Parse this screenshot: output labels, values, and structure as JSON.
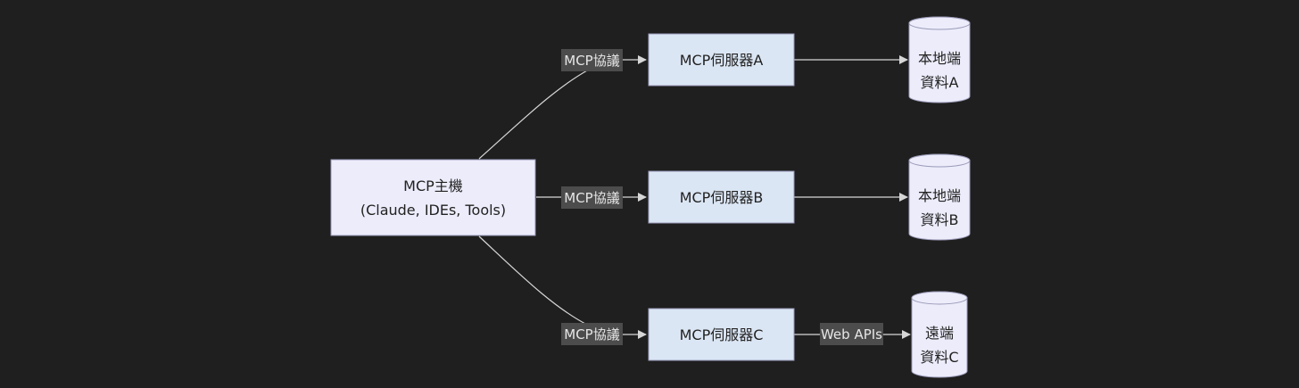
{
  "colors": {
    "background": "#1f1f1f",
    "host_fill": "#ececfb",
    "server_fill": "#dbe6f4",
    "database_fill": "#ececfb",
    "edge": "#d6d6d6",
    "edge_label_bg": "#4c4c4c"
  },
  "host": {
    "line1": "MCP主機",
    "line2": "(Claude, IDEs, Tools)"
  },
  "servers": {
    "a": "MCP伺服器A",
    "b": "MCP伺服器B",
    "c": "MCP伺服器C"
  },
  "edges": {
    "host_to_a": "MCP協議",
    "host_to_b": "MCP協議",
    "host_to_c": "MCP協議",
    "c_to_remote": "Web APIs"
  },
  "data_sources": {
    "a": {
      "line1": "本地端",
      "line2": "資料A"
    },
    "b": {
      "line1": "本地端",
      "line2": "資料B"
    },
    "c": {
      "line1": "遠端",
      "line2": "資料C"
    }
  }
}
